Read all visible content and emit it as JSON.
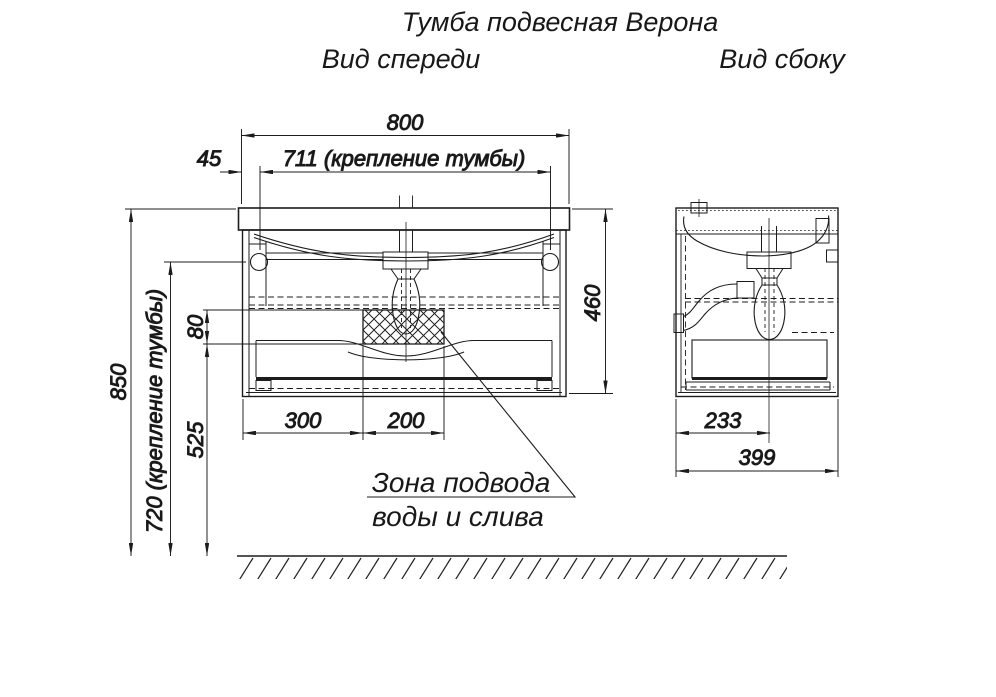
{
  "drawing": {
    "title": "Тумба подвесная Верона",
    "views": {
      "front": "Вид спереди",
      "side": "Вид сбоку"
    },
    "colors": {
      "ink": "#1c1c1c",
      "background": "#ffffff"
    },
    "front_dimensions": {
      "overall_width": "800",
      "edge_to_mount": "45",
      "mount_spacing": "711 (крепление тумбы)",
      "body_height": "460",
      "overall_height": "850",
      "mount_height": "720 (крепление тумбы)",
      "zone_height": "80",
      "zone_bottom_height": "525",
      "zone_left_offset": "300",
      "zone_width": "200"
    },
    "side_dimensions": {
      "drain_offset": "233",
      "depth": "399"
    },
    "callout": {
      "line1": "Зона подвода",
      "line2": "воды и слива"
    }
  }
}
